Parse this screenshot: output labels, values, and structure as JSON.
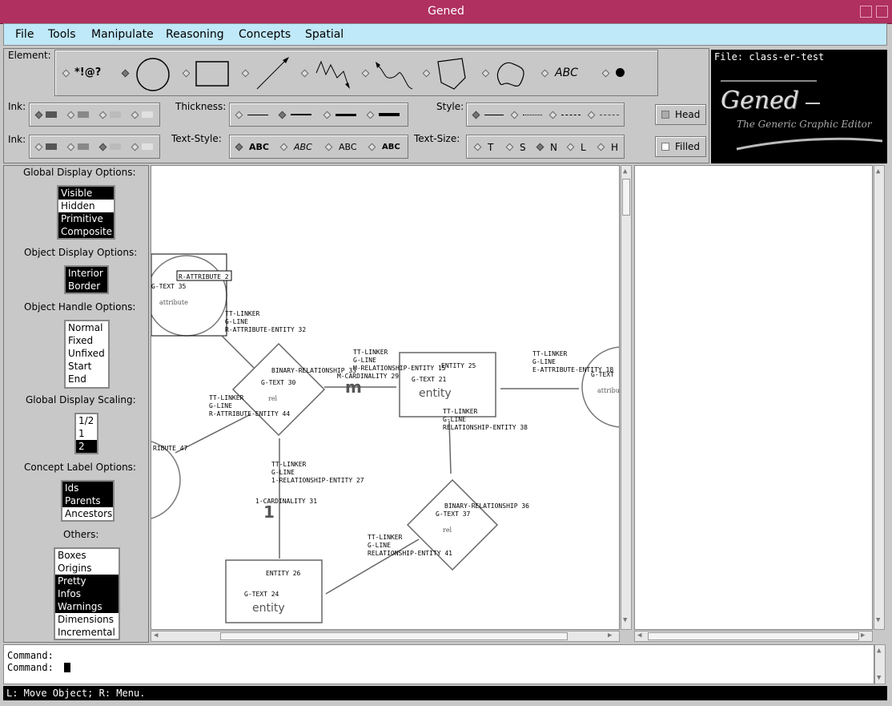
{
  "window": {
    "title": "Gened"
  },
  "menu": [
    "File",
    "Tools",
    "Manipulate",
    "Reasoning",
    "Concepts",
    "Spatial"
  ],
  "toolbar": {
    "element_label": "Element:",
    "element_text_sample": "*!@?",
    "element_abc": "ABC",
    "ink_label": "Ink:",
    "thickness_label": "Thickness:",
    "style_label": "Style:",
    "head_label": "Head",
    "text_style_label": "Text-Style:",
    "text_styles": [
      "ABC",
      "ABC",
      "ABC",
      "ABC"
    ],
    "text_size_label": "Text-Size:",
    "text_sizes": [
      "T",
      "S",
      "N",
      "L",
      "H"
    ],
    "filled_label": "Filled"
  },
  "logo": {
    "file": "File: class-er-test",
    "name": "Gened",
    "subtitle": "The Generic Graphic Editor"
  },
  "left_panel": {
    "global_display": {
      "label": "Global Display Options:",
      "items": [
        "Visible",
        "Hidden",
        "Primitive",
        "Composite"
      ],
      "selected": [
        0,
        2,
        3
      ]
    },
    "object_display": {
      "label": "Object Display Options:",
      "items": [
        "Interior",
        "Border"
      ],
      "selected": [
        0,
        1
      ]
    },
    "object_handle": {
      "label": "Object Handle Options:",
      "items": [
        "Normal",
        "Fixed",
        "Unfixed",
        "Start",
        "End"
      ],
      "selected": []
    },
    "global_scaling": {
      "label": "Global Display Scaling:",
      "items": [
        "1/2",
        "1",
        "2"
      ],
      "selected": [
        2
      ]
    },
    "concept_label": {
      "label": "Concept Label Options:",
      "items": [
        "Ids",
        "Parents",
        "Ancestors"
      ],
      "selected": [
        0,
        1
      ]
    },
    "others": {
      "label": "Others:",
      "items": [
        "Boxes",
        "Origins",
        "Pretty",
        "Infos",
        "Warnings",
        "Dimensions",
        "Incremental"
      ],
      "selected": [
        2,
        3,
        4
      ]
    }
  },
  "canvas_labels": {
    "r_attribute": "R-ATTRIBUTE 2",
    "g_text_35": "G-TEXT 35",
    "attribute": "attribute",
    "linker1": [
      "TT-LINKER",
      "G-LINE",
      "R-ATTRIBUTE-ENTITY 32"
    ],
    "binary_rel_33": "BINARY-RELATIONSHIP 33",
    "g_text_30": "G-TEXT 30",
    "rel_1": "rel",
    "linker2": [
      "TT-LINKER",
      "G-LINE",
      "M-RELATIONSHIP-ENTITY 15",
      "M-CARDINALITY 29"
    ],
    "m": "m",
    "entity_25": "ENTITY 25",
    "g_text_21": "G-TEXT 21",
    "entity_1": "entity",
    "linker3": [
      "TT-LINKER",
      "G-LINE",
      "E-ATTRIBUTE-ENTITY 18"
    ],
    "g_text_right": "G-TEXT",
    "attribute_right": "attribute",
    "linker4": [
      "TT-LINKER",
      "G-LINE",
      "R-ATTRIBUTE-ENTITY 44"
    ],
    "ribute_47": "RIBUTE 47",
    "linker5": [
      "TT-LINKER",
      "G-LINE",
      "RELATIONSHIP-ENTITY 38"
    ],
    "linker6": [
      "TT-LINKER",
      "G-LINE",
      "1-RELATIONSHIP-ENTITY 27"
    ],
    "cardinality_31": "1-CARDINALITY 31",
    "one": "1",
    "binary_rel_36": "BINARY-RELATIONSHIP 36",
    "g_text_37": "G-TEXT 37",
    "rel_2": "rel",
    "linker7": [
      "TT-LINKER",
      "G-LINE",
      "RELATIONSHIP-ENTITY 41"
    ],
    "entity_26": "ENTITY 26",
    "g_text_24": "G-TEXT 24",
    "entity_2": "entity"
  },
  "command": {
    "line1": "Command:",
    "line2": "Command:"
  },
  "status": "L: Move Object; R: Menu."
}
